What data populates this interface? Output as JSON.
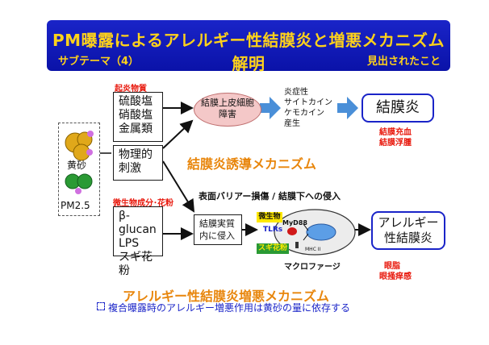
{
  "header": {
    "title": "PM曝露によるアレルギー性結膜炎と増悪メカニズム解明",
    "subtheme": "サブテーマ（4）",
    "findings": "見出されたこと"
  },
  "source": {
    "kosa_label": "黄砂",
    "pm25_label": "PM2.5"
  },
  "inflammatory": {
    "label": "起炎物質",
    "items": [
      "硫酸塩",
      "硝酸塩",
      "金属類"
    ]
  },
  "physical": {
    "lines": [
      "物理的",
      "刺激"
    ]
  },
  "epithelial": {
    "lines": [
      "結膜上皮細胞",
      "障害"
    ]
  },
  "cytokines": {
    "lines": [
      "炎症性",
      "サイトカイン",
      "ケモカイン",
      "産生"
    ]
  },
  "conjunctivitis": {
    "label": "結膜炎",
    "symptoms": [
      "結膜充血",
      "結膜浮腫"
    ]
  },
  "induction_title": "結膜炎誘導メカニズム",
  "barrier_caption": "表面バリアー損傷 / 結膜下への侵入",
  "microbial": {
    "label": "微生物成分･花粉",
    "items": [
      "β-glucan",
      "LPS",
      "スギ花粉"
    ]
  },
  "invasion": {
    "lines": [
      "結膜実質",
      "内に侵入"
    ]
  },
  "macrophage": {
    "microbe_tag": "微生物",
    "tlrs": "TLRs",
    "myd88": "MyD88",
    "pollen_tag": "スギ花粉",
    "mhc": "MHC II",
    "label": "マクロファージ"
  },
  "allergic": {
    "lines": [
      "アレルギー",
      "性結膜炎"
    ],
    "symptoms": [
      "眼脂",
      "眼掻痒感"
    ]
  },
  "exacerbation_title": "アレルギー性結膜炎増悪メカニズム",
  "conclusion": "複合曝露時のアレルギー増悪作用は黄砂の量に依存する",
  "colors": {
    "header_bg": "#0a12a8",
    "header_text": "#ffd21a",
    "accent_red": "#e8180c",
    "accent_orange": "#e8860c",
    "arrow_blue": "#4a8fd8"
  }
}
